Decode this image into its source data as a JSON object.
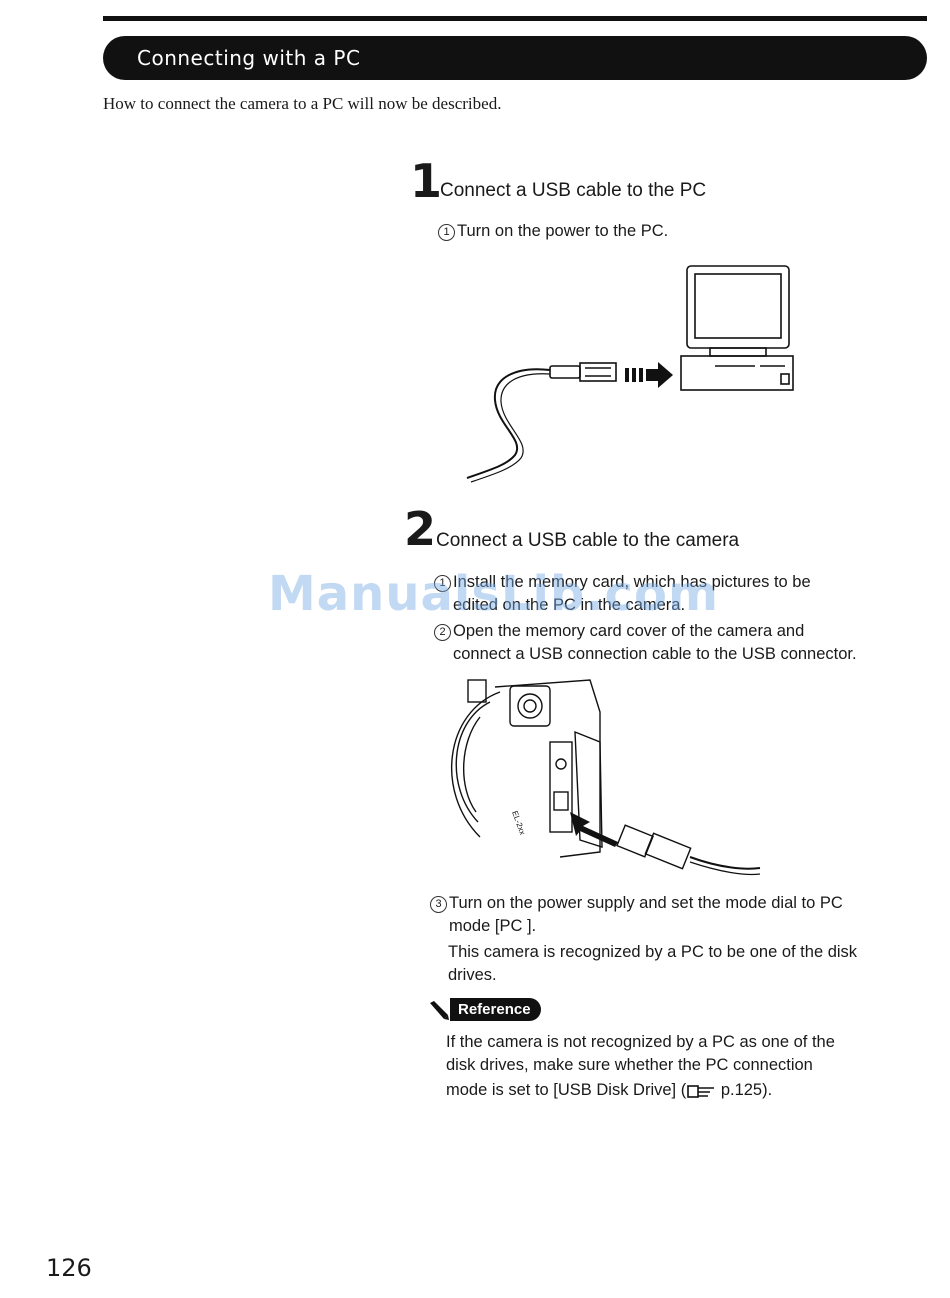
{
  "header": {
    "title": "Connecting with a PC"
  },
  "intro": "How to connect the camera to a PC will now be described.",
  "step1": {
    "number": "1",
    "title": "Connect a USB cable to the PC",
    "items": [
      {
        "marker": "1",
        "text": "Turn on the power to the PC."
      }
    ]
  },
  "step2": {
    "number": "2",
    "title": "Connect a USB cable to the camera",
    "items": [
      {
        "marker": "1",
        "line1": "Install the memory card, which has pictures to be",
        "line2": "edited on the PC in the camera."
      },
      {
        "marker": "2",
        "line1": "Open the memory card cover of the camera and",
        "line2": "connect a USB connection cable to the USB connector."
      },
      {
        "marker": "3",
        "line1": "Turn on the power supply and set the mode dial to PC",
        "line2": "mode [PC ]."
      }
    ],
    "note_line1": "This camera is recognized by a PC to be one of the disk",
    "note_line2": "drives."
  },
  "reference": {
    "label": "Reference",
    "line1": "If the camera is not recognized by a PC as one of the",
    "line2": "disk drives, make sure whether the PC connection",
    "line3": "mode is set to [USB Disk Drive] (",
    "line3_end": " p.125)."
  },
  "watermark": "ManualsLib.com",
  "page_number": "126"
}
